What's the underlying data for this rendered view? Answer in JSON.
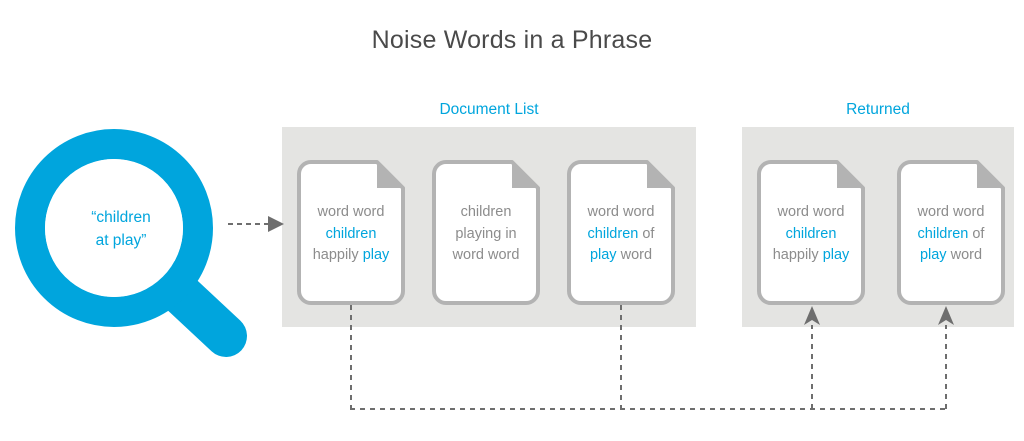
{
  "title": "Noise Words in a Phrase",
  "colors": {
    "accent": "#00a5dd",
    "text_gray": "#8c8c8c",
    "title_gray": "#4a4a4a",
    "panel_bg": "#e4e4e2",
    "doc_border": "#b3b3b3",
    "connector": "#6e6e6e"
  },
  "search": {
    "icon": "magnifying-glass-icon",
    "query_line_1": "“children",
    "query_line_2": "at play”"
  },
  "sections": [
    {
      "id": "document-list",
      "caption": "Document List"
    },
    {
      "id": "returned",
      "caption": "Returned"
    }
  ],
  "document_list": {
    "caption": "Document List",
    "documents": [
      {
        "id": "doc-1",
        "matched": true,
        "lines": [
          [
            {
              "text": "word word",
              "highlight": false
            }
          ],
          [
            {
              "text": "children",
              "highlight": true
            }
          ],
          [
            {
              "text": "happily ",
              "highlight": false
            },
            {
              "text": "play",
              "highlight": true
            }
          ]
        ]
      },
      {
        "id": "doc-2",
        "matched": false,
        "lines": [
          [
            {
              "text": "children",
              "highlight": false
            }
          ],
          [
            {
              "text": "playing in",
              "highlight": false
            }
          ],
          [
            {
              "text": "word word",
              "highlight": false
            }
          ]
        ]
      },
      {
        "id": "doc-3",
        "matched": true,
        "lines": [
          [
            {
              "text": "word word",
              "highlight": false
            }
          ],
          [
            {
              "text": "children",
              "highlight": true
            },
            {
              "text": " of",
              "highlight": false
            }
          ],
          [
            {
              "text": "play",
              "highlight": true
            },
            {
              "text": " word",
              "highlight": false
            }
          ]
        ]
      }
    ]
  },
  "returned": {
    "caption": "Returned",
    "documents": [
      {
        "id": "doc-r1",
        "matched": true,
        "lines": [
          [
            {
              "text": "word word",
              "highlight": false
            }
          ],
          [
            {
              "text": "children",
              "highlight": true
            }
          ],
          [
            {
              "text": "happily ",
              "highlight": false
            },
            {
              "text": "play",
              "highlight": true
            }
          ]
        ]
      },
      {
        "id": "doc-r2",
        "matched": true,
        "lines": [
          [
            {
              "text": "word word",
              "highlight": false
            }
          ],
          [
            {
              "text": "children",
              "highlight": true
            },
            {
              "text": " of",
              "highlight": false
            }
          ],
          [
            {
              "text": "play",
              "highlight": true
            },
            {
              "text": " word",
              "highlight": false
            }
          ]
        ]
      }
    ]
  },
  "connectors": {
    "query_to_list": "dashed-arrow-right",
    "matches_to_returned": "dashed-routing-lines"
  }
}
